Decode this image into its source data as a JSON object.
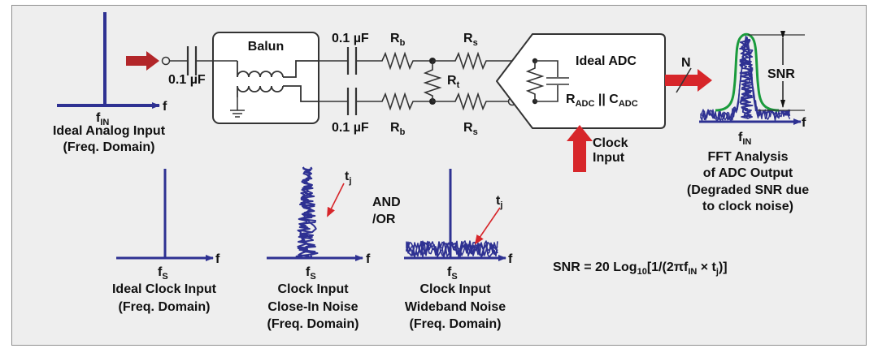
{
  "colors": {
    "background": "#eeeeee",
    "spectrum": "#2e3192",
    "arrow": "#d7262a",
    "envelope": "#1a9b3c",
    "wire": "#333333"
  },
  "circuit": {
    "balun": "Balun",
    "cap_top": "0.1 µF",
    "cap_bottom": "0.1 µF",
    "cap_input": "0.1 µF",
    "r_b": "R",
    "r_b_sub": "b",
    "r_s": "R",
    "r_s_sub": "s",
    "r_t": "R",
    "r_t_sub": "t",
    "adc": "Ideal ADC",
    "r_adc": "R",
    "r_adc_sub": "ADC",
    "parallel": " || ",
    "c_adc": "C",
    "c_adc_sub": "ADC",
    "n": "N",
    "clock_line1": "Clock",
    "clock_line2": "Input"
  },
  "analog_input": {
    "f_label": "f",
    "f_sub": "IN",
    "axis": "f",
    "caption1": "Ideal Analog Input",
    "caption2": "(Freq. Domain)"
  },
  "fft": {
    "snr": "SNR",
    "f_label": "f",
    "f_sub": "IN",
    "axis": "f",
    "caption1": "FFT Analysis",
    "caption2": "of ADC Output",
    "caption3": "(Degraded SNR due",
    "caption4": "to clock noise)"
  },
  "clock_ideal": {
    "f_label": "f",
    "f_sub": "S",
    "axis": "f",
    "caption1": "Ideal Clock Input",
    "caption2": "(Freq. Domain)"
  },
  "clock_close": {
    "tj": "t",
    "tj_sub": "j",
    "f_label": "f",
    "f_sub": "S",
    "axis": "f",
    "caption1": "Clock Input",
    "caption2": "Close-In Noise",
    "caption3": "(Freq. Domain)"
  },
  "and_or": {
    "line1": "AND",
    "line2": "/OR"
  },
  "clock_wide": {
    "tj": "t",
    "tj_sub": "j",
    "f_label": "f",
    "f_sub": "S",
    "axis": "f",
    "caption1": "Clock Input",
    "caption2": "Wideband Noise",
    "caption3": "(Freq. Domain)"
  },
  "formula": {
    "p1": "SNR = 20 Log",
    "p1_sub": "10",
    "p2": "[1/(2πf",
    "p2_sub": "IN",
    "p3": " × t",
    "p3_sub": "j",
    "p4": ")]"
  }
}
